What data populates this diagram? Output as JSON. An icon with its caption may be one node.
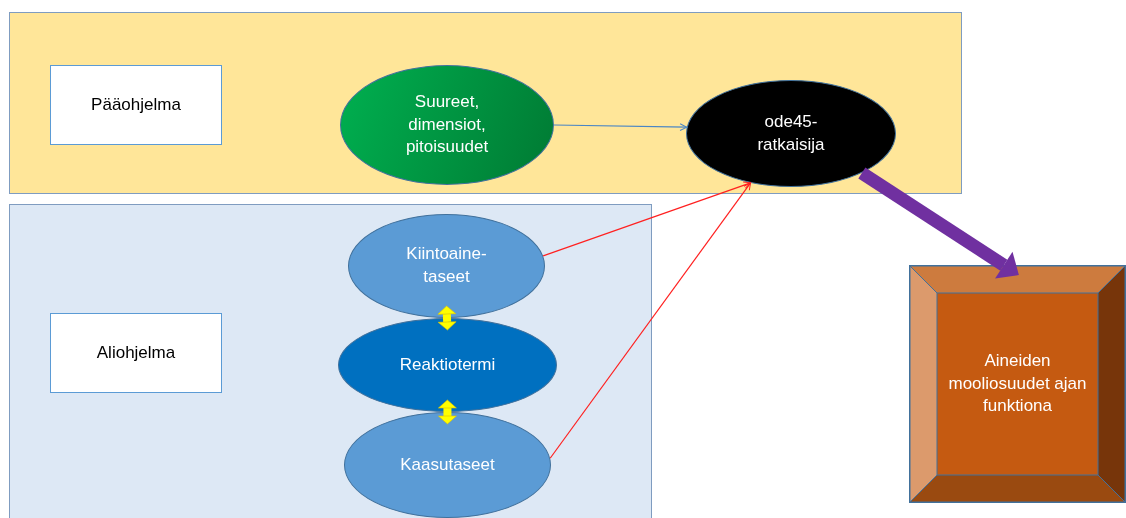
{
  "diagram": {
    "nodes": [
      {
        "text": [],
        "shape": "box"
      },
      {
        "text": [
          "Pääohjelma"
        ],
        "in": 0
      },
      {
        "text": [
          "Suureet, dimensiot, pitoisuudet"
        ],
        "in": 0
      },
      {
        "text": [
          "ode45- ratkaisija"
        ],
        "in": 0
      },
      {
        "text": [],
        "shape": "box"
      },
      {
        "text": [
          "Aliohjelma"
        ],
        "in": 4
      },
      {
        "text": [
          "Kiintoaine- taseet"
        ],
        "in": 4
      },
      {
        "text": [
          "Reaktiotermi"
        ],
        "in": 4
      },
      {
        "text": [
          "Kaasutaseet"
        ],
        "in": 4
      },
      {
        "text": [
          "Aineiden mooliosuudet ajan funktiona"
        ]
      }
    ],
    "edges": [
      {
        "from": 2,
        "to": 3,
        "arrow": "to",
        "color": "#4a86c5"
      },
      {
        "from": 6,
        "to": 3,
        "arrow": "to",
        "color": "#ff2020"
      },
      {
        "from": 8,
        "to": 3,
        "arrow": "to",
        "color": "#ff2020"
      },
      {
        "from": 6,
        "to": 7,
        "arrow": "both",
        "style": "thick",
        "color": "#ffff00"
      },
      {
        "from": 7,
        "to": 8,
        "arrow": "both",
        "style": "thick",
        "color": "#ffff00"
      },
      {
        "from": 3,
        "to": 9,
        "arrow": "to",
        "style": "thick",
        "color": "#7030a0"
      }
    ]
  }
}
